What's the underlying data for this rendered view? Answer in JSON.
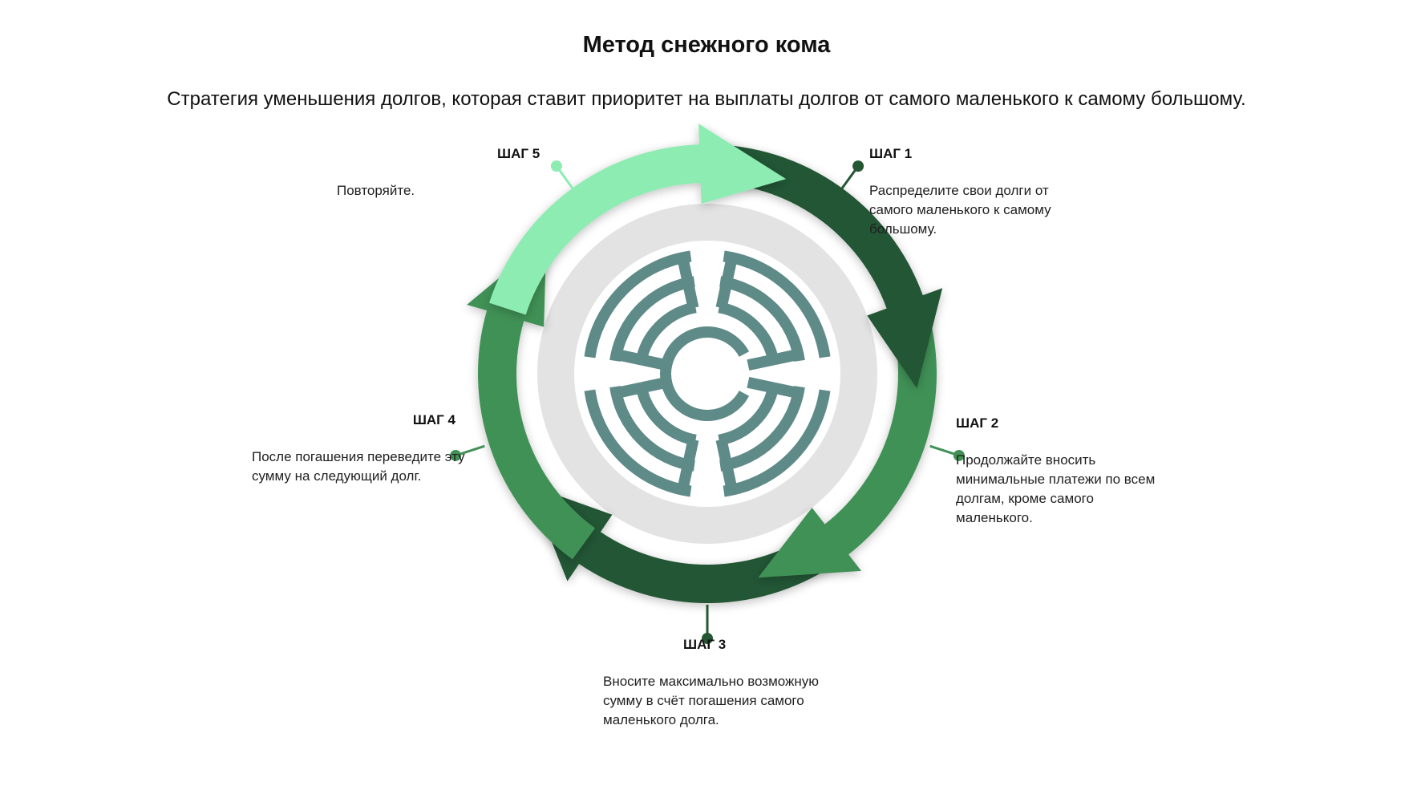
{
  "title": "Метод снежного кома",
  "subtitle": "Стратегия уменьшения долгов, которая ставит приоритет на выплаты долгов от самого маленького к самому большому.",
  "steps": [
    {
      "heading": "ШАГ 1",
      "text": "Распределите свои долги от самого маленького к самому большому."
    },
    {
      "heading": "ШАГ 2",
      "text": "Продолжайте вносить минимальные платежи по всем долгам, кроме самого маленького."
    },
    {
      "heading": "ШАГ 3",
      "text": "Вносите максимально возможную сумму в счёт погашения самого маленького долга."
    },
    {
      "heading": "ШАГ 4",
      "text": "После погашения переведите эту сумму на следующий долг."
    },
    {
      "heading": "ШАГ 5",
      "text": "Повторяйте."
    }
  ],
  "colors": {
    "step1": "#245634",
    "step2": "#419156",
    "step3": "#245634",
    "step4": "#419156",
    "step5": "#8cecb1",
    "inner_disc": "#e3e3e3",
    "maze": "#5e8a88"
  },
  "center_icon": "maze-icon"
}
